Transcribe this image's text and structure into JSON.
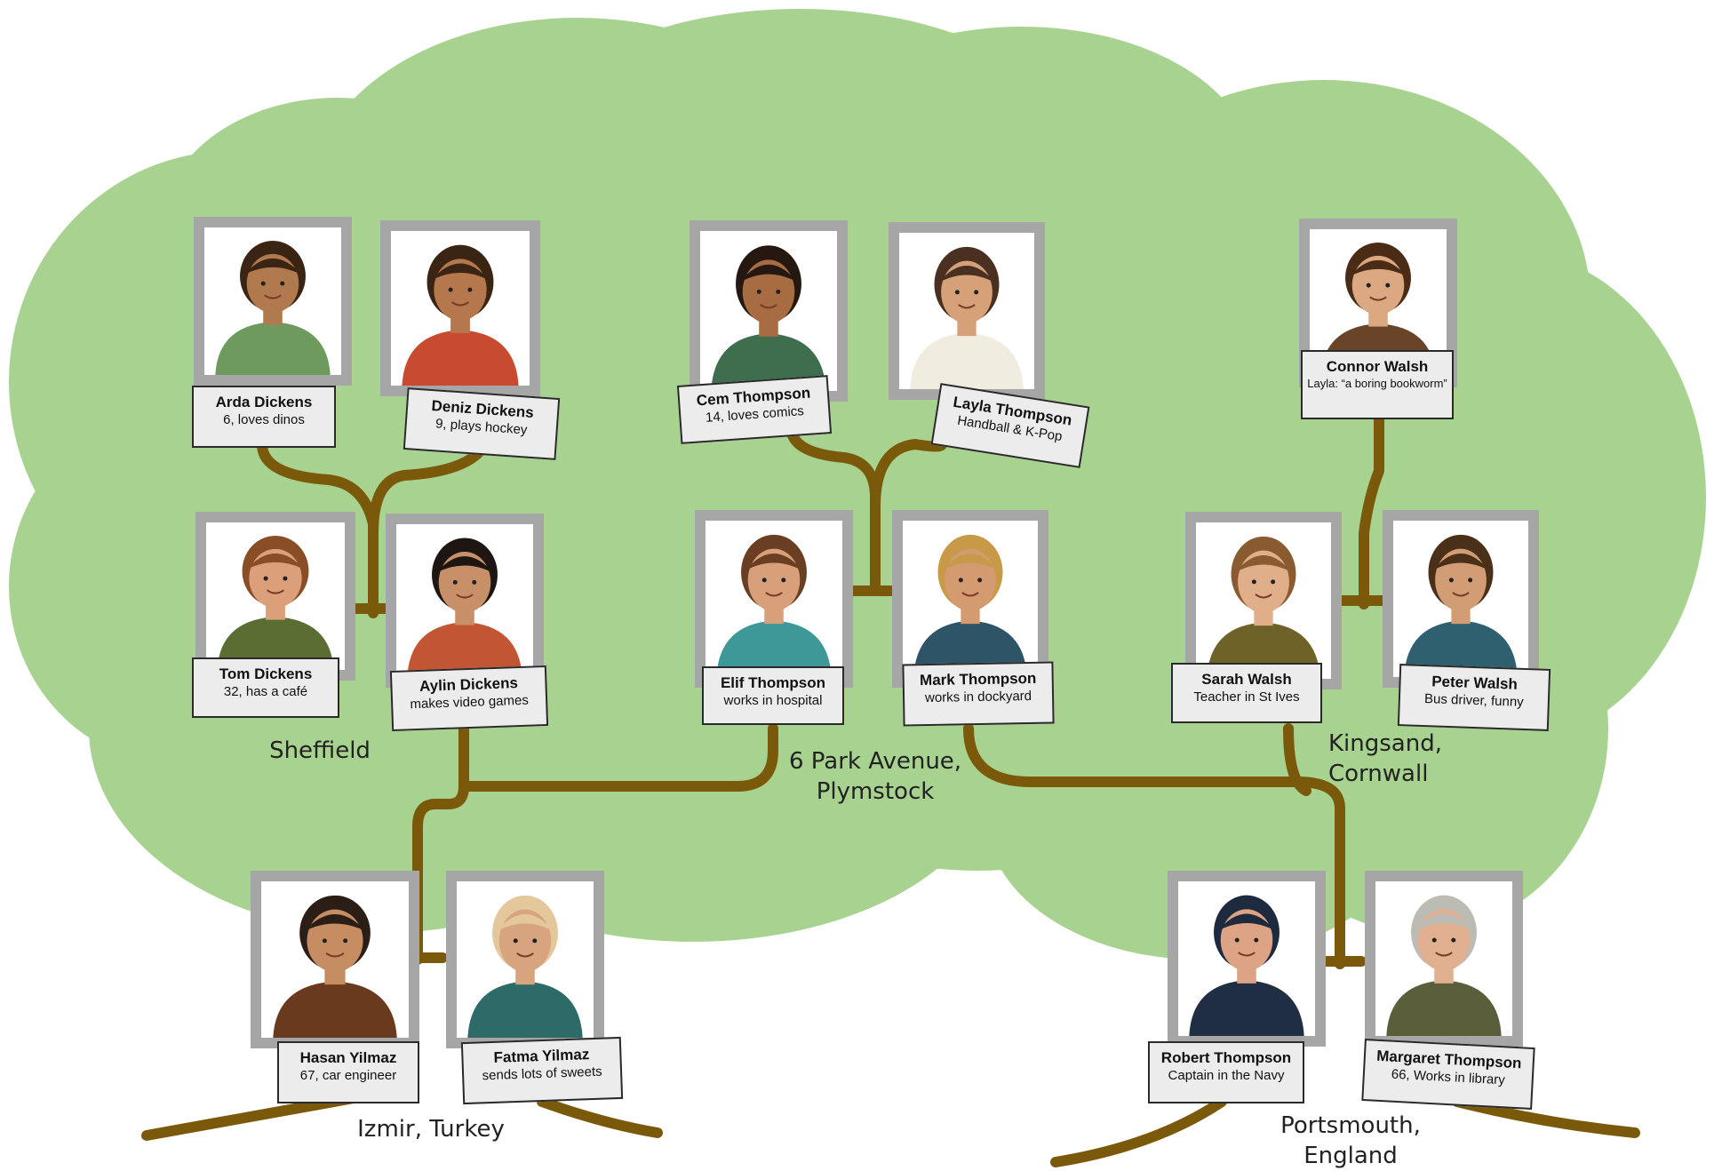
{
  "colors": {
    "foliage": "#a8d290",
    "branch": "#7a5a0a",
    "frame": "#a6a6a6",
    "card_bg": "#ececec"
  },
  "places": {
    "sheffield": "Sheffield",
    "park_avenue_line1": "6 Park Avenue,",
    "park_avenue_line2": "Plymstock",
    "kingsand_line1": "Kingsand,",
    "kingsand_line2": "Cornwall",
    "izmir": "Izmir, Turkey",
    "portsmouth_line1": "Portsmouth,",
    "portsmouth_line2": "England"
  },
  "people": {
    "arda": {
      "name": "Arda Dickens",
      "desc": "6, loves dinos",
      "icon": "child-portrait-icon"
    },
    "deniz": {
      "name": "Deniz Dickens",
      "desc": "9, plays hockey",
      "icon": "child-portrait-icon"
    },
    "cem": {
      "name": "Cem Thompson",
      "desc": "14, loves comics",
      "icon": "teen-portrait-icon"
    },
    "layla": {
      "name": "Layla Thompson",
      "desc": "Handball & K-Pop",
      "icon": "teen-portrait-icon"
    },
    "connor": {
      "name": "Connor Walsh",
      "desc": "Layla: “a boring bookworm”",
      "icon": "teen-portrait-icon"
    },
    "tom": {
      "name": "Tom Dickens",
      "desc": "32, has a café",
      "icon": "adult-portrait-icon"
    },
    "aylin": {
      "name": "Aylin Dickens",
      "desc": "makes video games",
      "icon": "adult-portrait-icon"
    },
    "elif": {
      "name": "Elif Thompson",
      "desc": "works in hospital",
      "icon": "adult-portrait-icon"
    },
    "mark": {
      "name": "Mark Thompson",
      "desc": "works in dockyard",
      "icon": "adult-portrait-icon"
    },
    "sarah": {
      "name": "Sarah Walsh",
      "desc": "Teacher in St Ives",
      "icon": "adult-portrait-icon"
    },
    "peter": {
      "name": "Peter Walsh",
      "desc": "Bus driver, funny",
      "icon": "adult-portrait-icon"
    },
    "hasan": {
      "name": "Hasan Yilmaz",
      "desc": "67, car engineer",
      "icon": "elder-portrait-icon"
    },
    "fatma": {
      "name": "Fatma Yilmaz",
      "desc": "sends lots of sweets",
      "icon": "elder-portrait-icon"
    },
    "robert": {
      "name": "Robert Thompson",
      "desc": "Captain in the Navy",
      "icon": "elder-portrait-icon"
    },
    "margaret": {
      "name": "Margaret Thompson",
      "desc": "66, Works in library",
      "icon": "elder-portrait-icon"
    }
  }
}
